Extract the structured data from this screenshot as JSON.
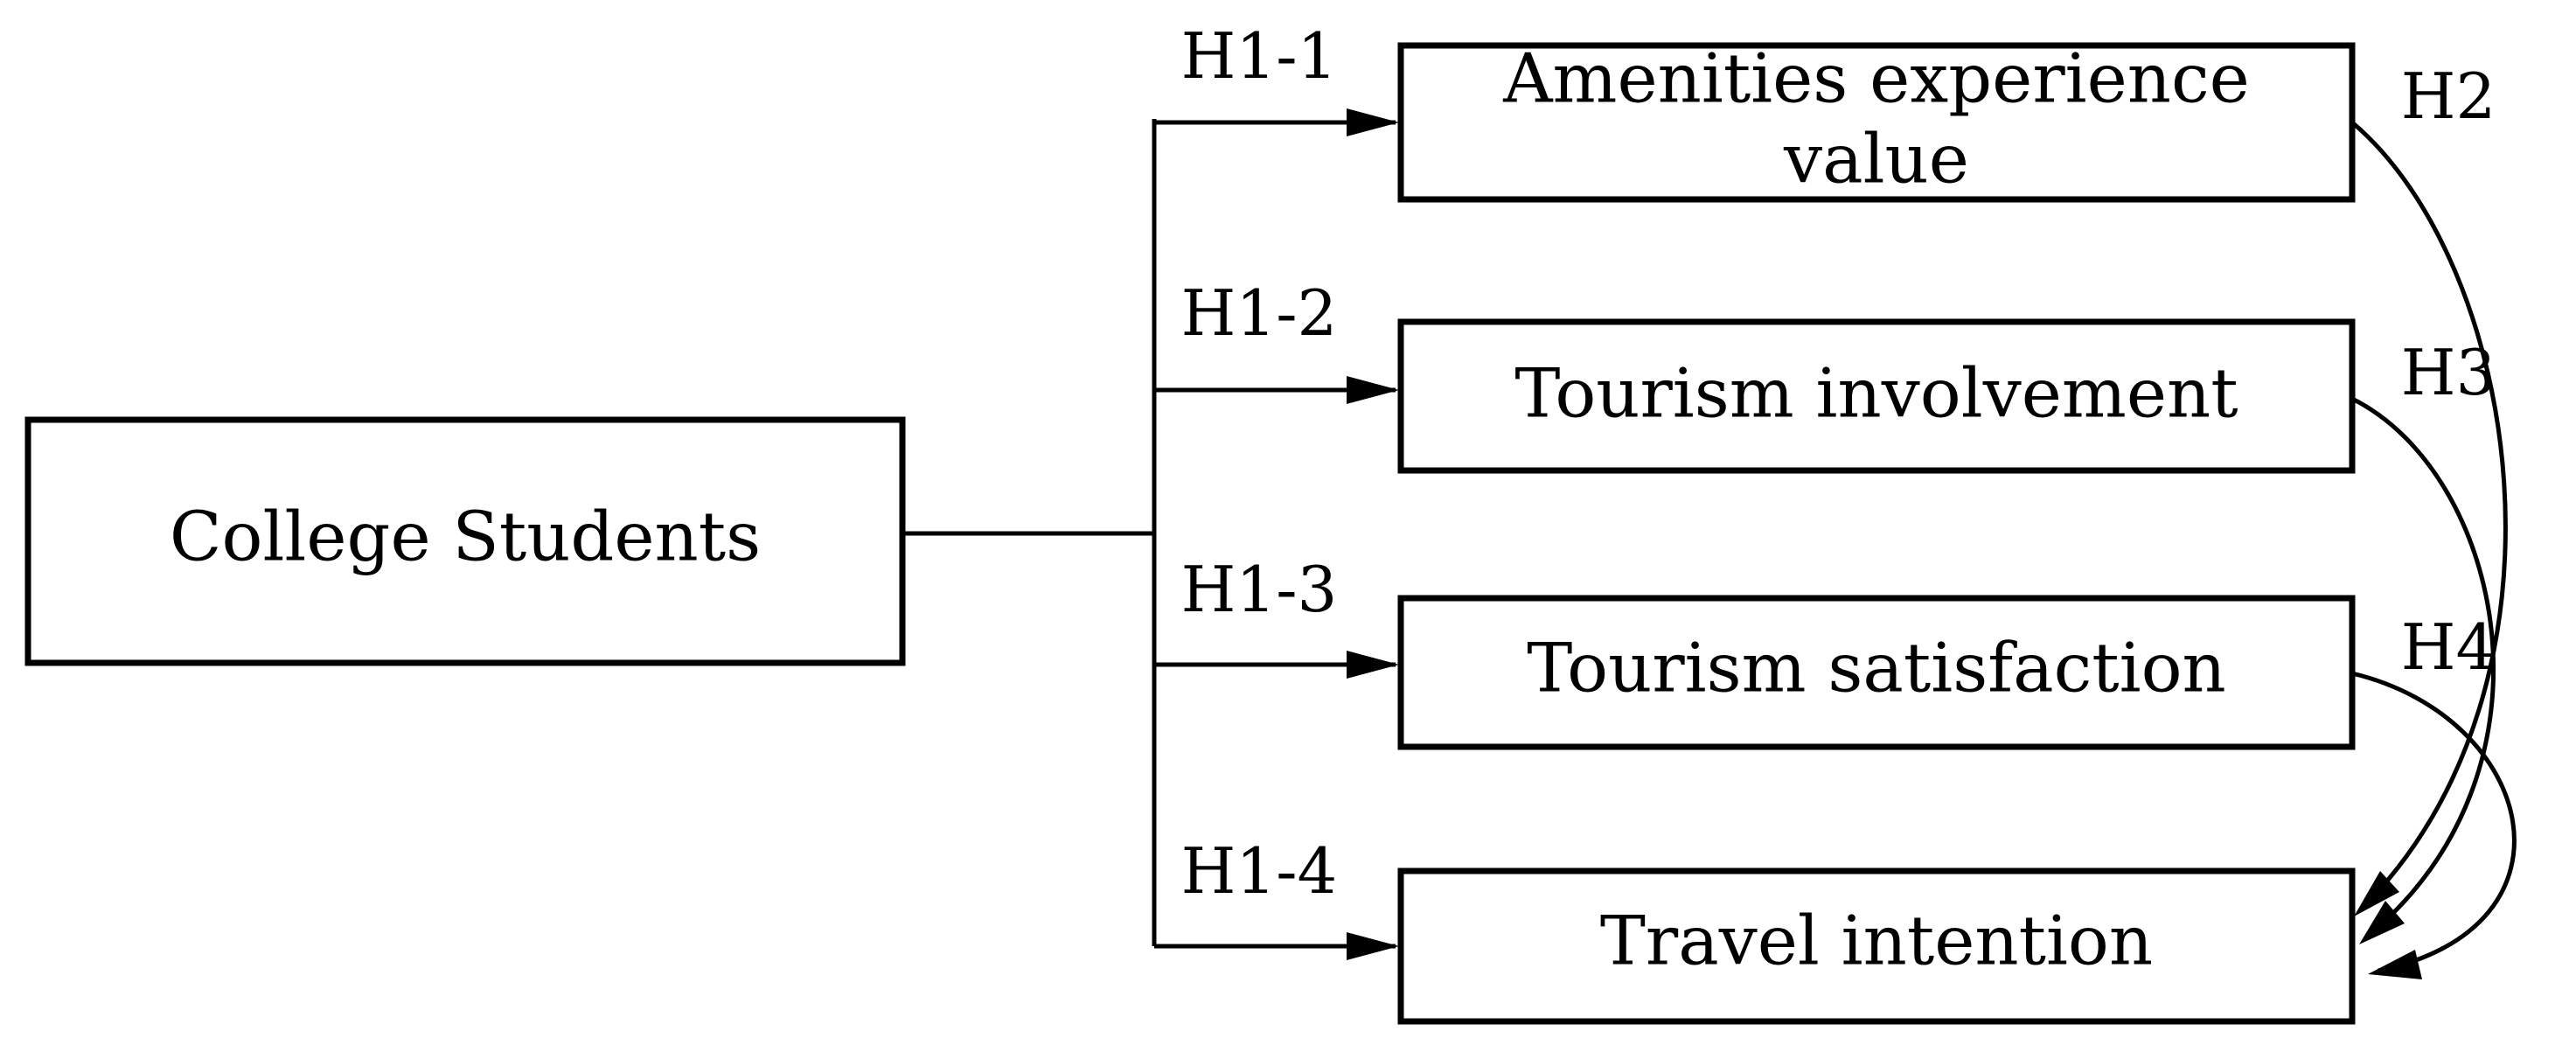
{
  "diagram": {
    "source_node": {
      "label": "College Students"
    },
    "target_nodes": [
      {
        "label_line1": "Amenities experience",
        "label_line2": "value"
      },
      {
        "label": "Tourism involvement"
      },
      {
        "label": "Tourism satisfaction"
      }
    ],
    "outcome_node": {
      "label": "Travel intention"
    },
    "hypotheses": {
      "h1_1": "H1-1",
      "h1_2": "H1-2",
      "h1_3": "H1-3",
      "h1_4": "H1-4",
      "h2": "H2",
      "h3": "H3",
      "h4": "H4"
    },
    "colors": {
      "stroke": "#000000",
      "background": "#ffffff"
    }
  }
}
